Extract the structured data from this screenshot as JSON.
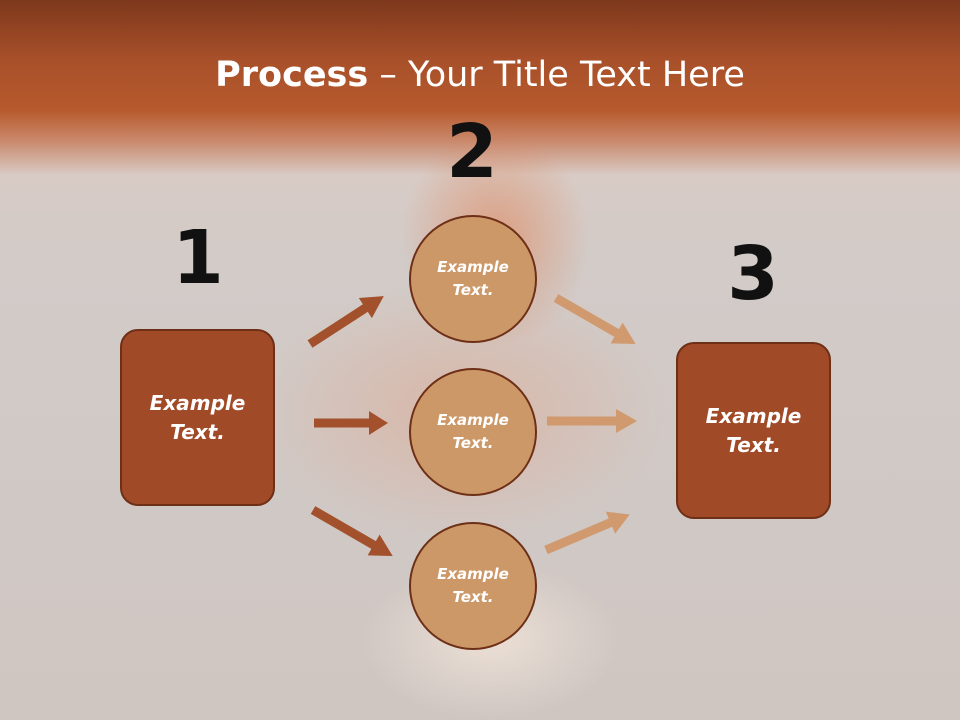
{
  "title": {
    "bold": "Process",
    "rest": " – Your Title Text Here"
  },
  "steps": [
    {
      "number": "1",
      "label": "Example Text."
    },
    {
      "number": "2",
      "circles": [
        "Example Text.",
        "Example Text.",
        "Example Text."
      ]
    },
    {
      "number": "3",
      "label": "Example Text."
    }
  ],
  "colors": {
    "box": "#a04a27",
    "circle": "#cc9868",
    "arrow_dark": "#a3512c",
    "arrow_light": "#d09a6e"
  }
}
